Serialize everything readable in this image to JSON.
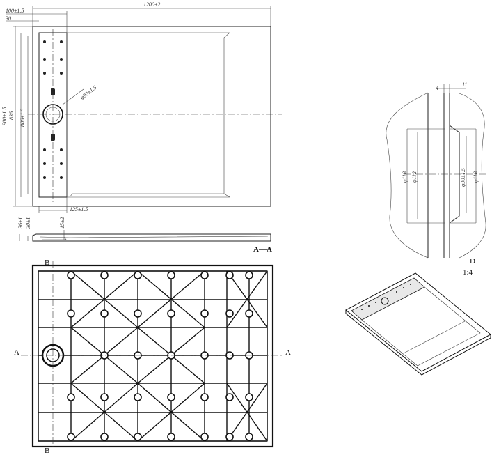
{
  "top_view": {
    "dim_width": "1200±2",
    "dim_offset": "100±1.5",
    "dim_left": "30",
    "dim_height_total": "900±1.5",
    "dim_height_inner": "836",
    "dim_height_mid": "806±1.5",
    "dim_drain_diameter": "φ90±1.5",
    "dim_drain_offset": "125±1.5"
  },
  "section_view": {
    "dim_h1": "36±1",
    "dim_h2": "30±1",
    "dim_depth": "15±2",
    "section_label": "A—A"
  },
  "detail_view": {
    "dim_4": "4",
    "dim_11": "11",
    "dim_d118_left": "φ118",
    "dim_d112": "φ112",
    "dim_d90": "φ90±1.5",
    "dim_d118_right": "φ118",
    "label": "D",
    "scale": "1:4"
  },
  "bottom_view": {
    "marker_b_top": "B",
    "marker_b_bottom": "B",
    "marker_a_left": "A",
    "marker_a_right": "A"
  },
  "colors": {
    "line": "#111111",
    "fill": "#ffffff",
    "iso_face": "#e8e8e8"
  }
}
